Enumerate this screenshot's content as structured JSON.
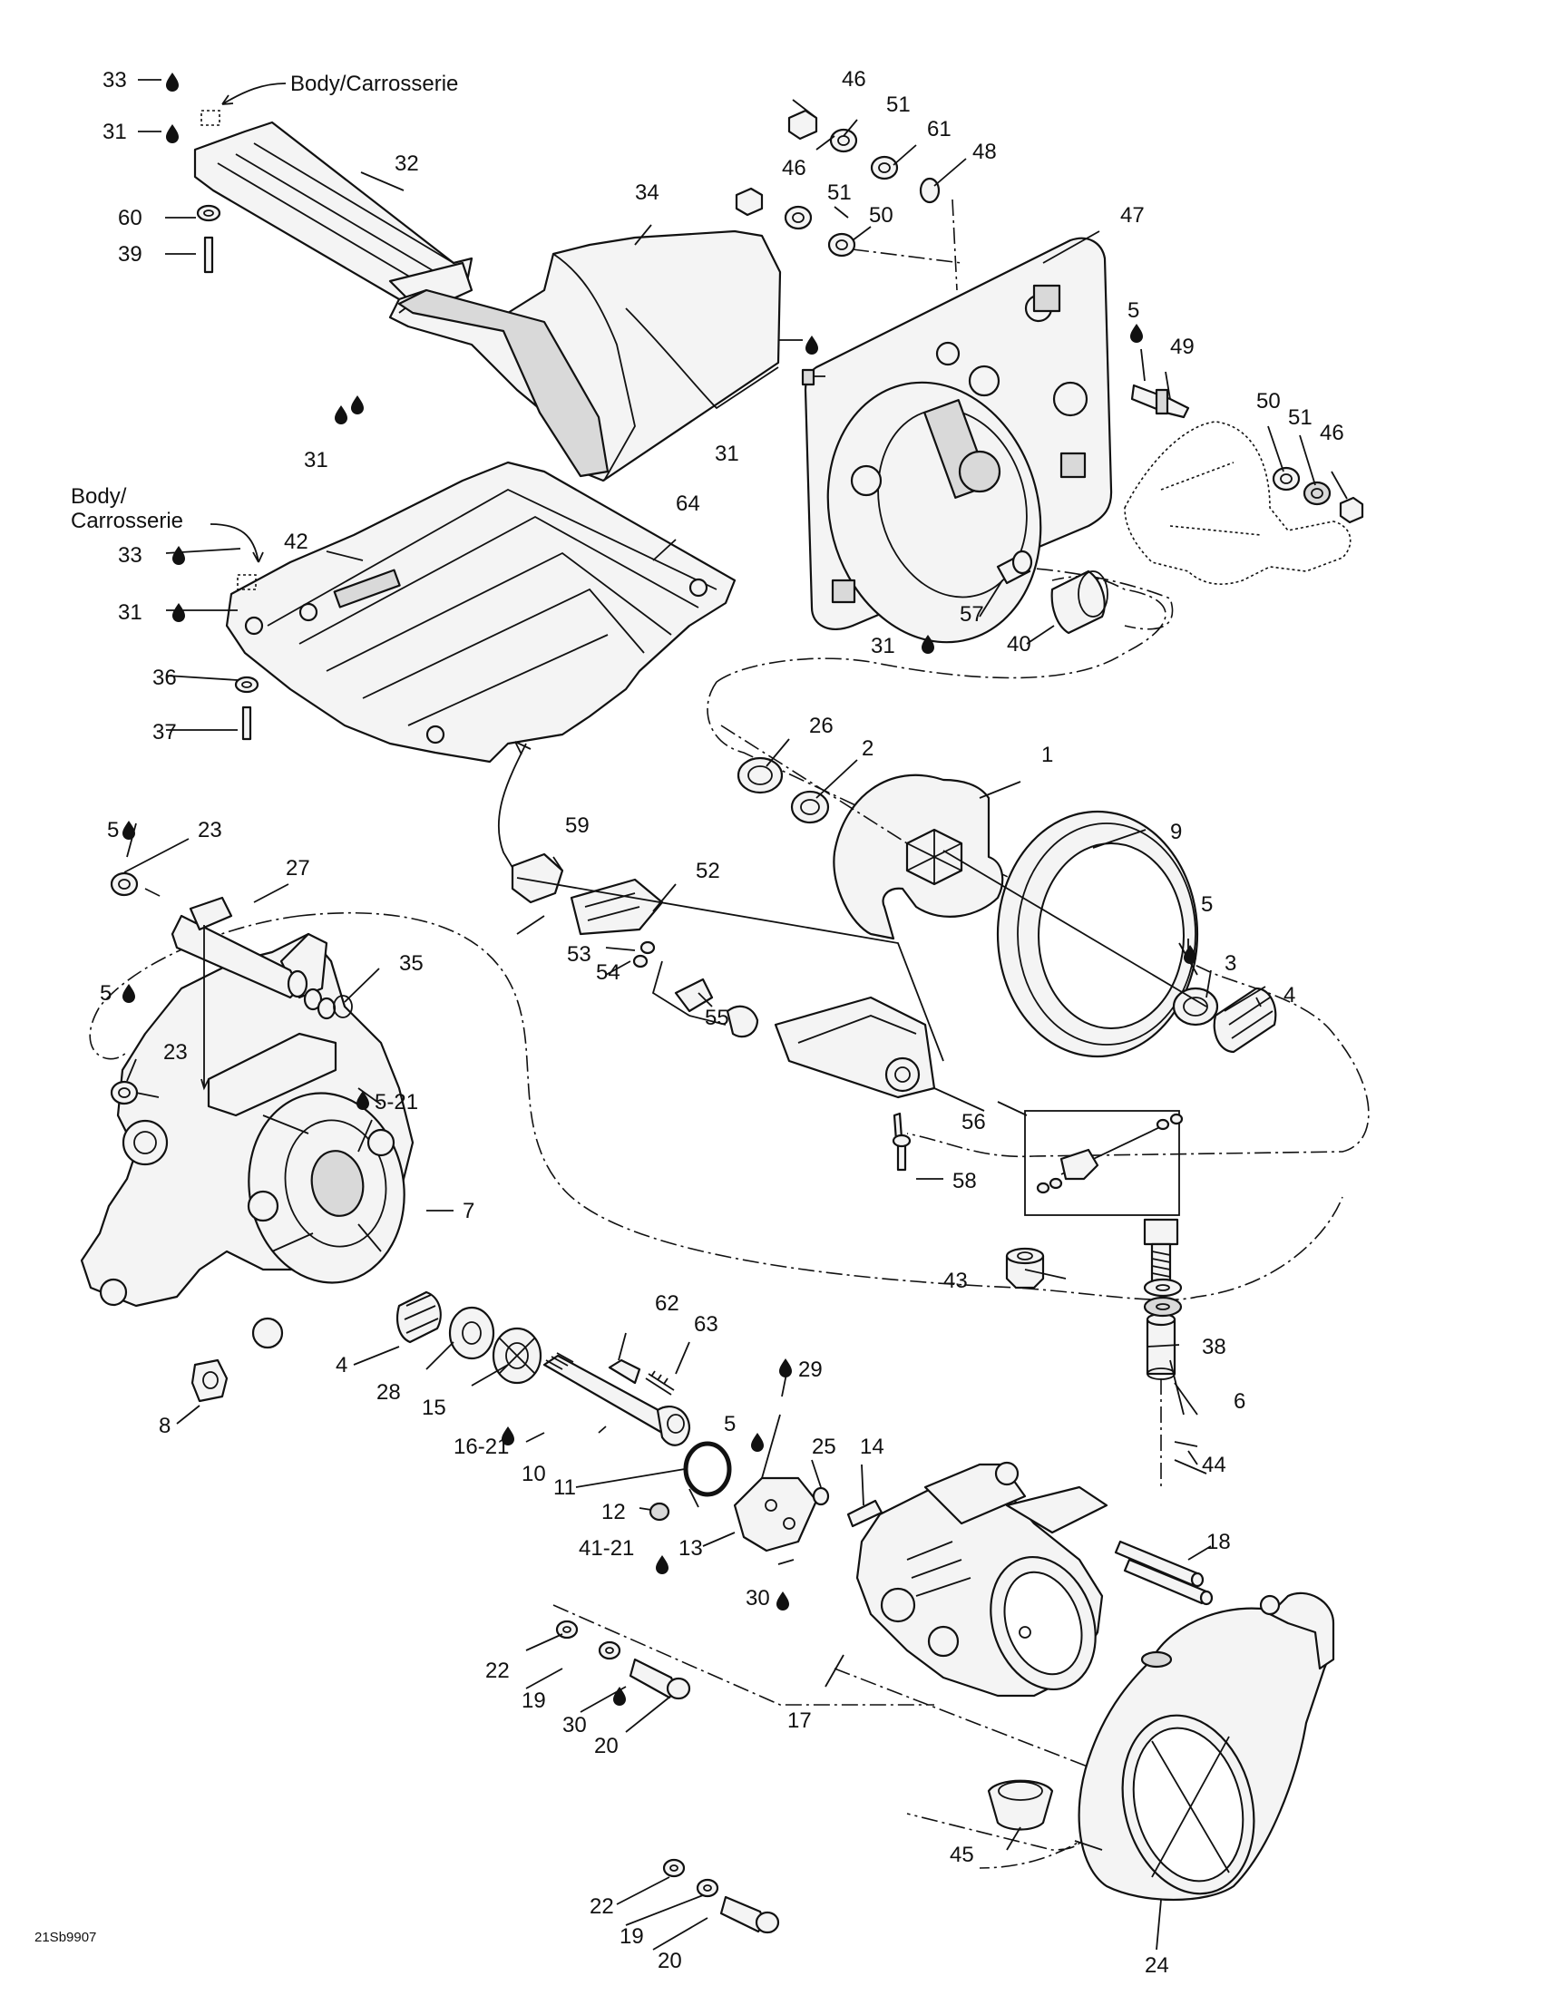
{
  "diagram": {
    "drawing_code": "21Sb9907",
    "body_label": "Body/Carrosserie",
    "body_label_split": [
      "Body/",
      "Carrosserie"
    ],
    "callouts": [
      {
        "n": "33"
      },
      {
        "n": "31"
      },
      {
        "n": "32"
      },
      {
        "n": "60"
      },
      {
        "n": "39"
      },
      {
        "n": "34"
      },
      {
        "n": "46"
      },
      {
        "n": "51"
      },
      {
        "n": "61"
      },
      {
        "n": "48"
      },
      {
        "n": "50"
      },
      {
        "n": "47"
      },
      {
        "n": "5"
      },
      {
        "n": "49"
      },
      {
        "n": "64"
      },
      {
        "n": "42"
      },
      {
        "n": "36"
      },
      {
        "n": "37"
      },
      {
        "n": "57"
      },
      {
        "n": "40"
      },
      {
        "n": "26"
      },
      {
        "n": "2"
      },
      {
        "n": "1"
      },
      {
        "n": "9"
      },
      {
        "n": "3"
      },
      {
        "n": "4"
      },
      {
        "n": "59"
      },
      {
        "n": "52"
      },
      {
        "n": "53"
      },
      {
        "n": "54"
      },
      {
        "n": "55"
      },
      {
        "n": "56"
      },
      {
        "n": "58"
      },
      {
        "n": "23"
      },
      {
        "n": "27"
      },
      {
        "n": "35"
      },
      {
        "n": "5-21"
      },
      {
        "n": "7"
      },
      {
        "n": "8"
      },
      {
        "n": "28"
      },
      {
        "n": "15"
      },
      {
        "n": "16-21"
      },
      {
        "n": "10"
      },
      {
        "n": "11"
      },
      {
        "n": "12"
      },
      {
        "n": "41-21"
      },
      {
        "n": "13"
      },
      {
        "n": "62"
      },
      {
        "n": "63"
      },
      {
        "n": "29"
      },
      {
        "n": "25"
      },
      {
        "n": "14"
      },
      {
        "n": "30"
      },
      {
        "n": "43"
      },
      {
        "n": "38"
      },
      {
        "n": "6"
      },
      {
        "n": "44"
      },
      {
        "n": "18"
      },
      {
        "n": "17"
      },
      {
        "n": "22"
      },
      {
        "n": "19"
      },
      {
        "n": "20"
      },
      {
        "n": "45"
      },
      {
        "n": "24"
      }
    ]
  }
}
